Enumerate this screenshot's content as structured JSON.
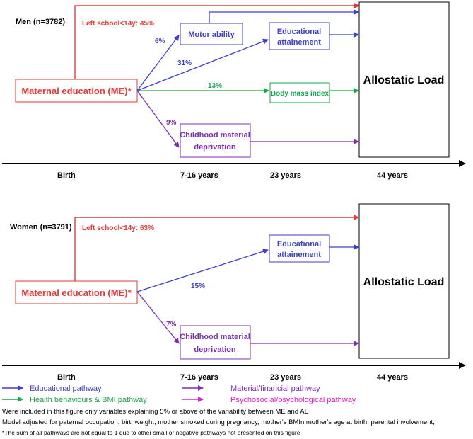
{
  "colors": {
    "red": "#e53935",
    "blue": "#3f3fc8",
    "green": "#1aa64a",
    "purple": "#7b2fb5",
    "magenta": "#e020c8",
    "black": "#000000"
  },
  "men": {
    "title": "Men (n=3782)",
    "left_school": "Left school<14y: 45%",
    "maternal_education": "Maternal education (ME)*",
    "motor_ability": "Motor ability",
    "educational_attainment_line1": "Educational",
    "educational_attainment_line2": "attainement",
    "body_mass_index": "Body mass index",
    "childhood_line1": "Childhood material",
    "childhood_line2": "deprivation",
    "allostatic_load": "Allostatic Load",
    "pct_motor": "6%",
    "pct_education": "31%",
    "pct_bmi": "13%",
    "pct_childhood": "9%"
  },
  "women": {
    "title": "Women (n=3791)",
    "left_school": "Left school<14y: 63%",
    "maternal_education": "Maternal education (ME)*",
    "educational_attainment_line1": "Educational",
    "educational_attainment_line2": "attainement",
    "childhood_line1": "Childhood material",
    "childhood_line2": "deprivation",
    "allostatic_load": "Allostatic Load",
    "pct_education": "15%",
    "pct_childhood": "7%"
  },
  "timeline": {
    "birth": "Birth",
    "t1": "7-16 years",
    "t2": "23 years",
    "t3": "44 years"
  },
  "legend": {
    "educational": "Educational pathway",
    "health": "Health behaviours & BMI pathway",
    "material": "Material/financial pathway",
    "psychosocial": "Psychosocial/psychological pathway"
  },
  "notes": {
    "line1": "Were included in this figure only variables explaining 5% or above of the variability between ME and AL",
    "line2": "Model adjusted for paternal occupation, birthweight, mother smoked during pregnancy, mother's BMIn mother's age at birth, parental involvement,",
    "line3": "*The sum of all pathways are not equal to 1 due to other small or negative pathways not presented on this figure"
  }
}
